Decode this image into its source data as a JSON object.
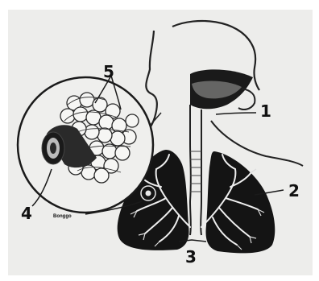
{
  "diagram": {
    "labels": {
      "l1": "1",
      "l2": "2",
      "l3": "3",
      "l4": "4",
      "l5": "5",
      "small_caption": "Bonggo"
    }
  }
}
